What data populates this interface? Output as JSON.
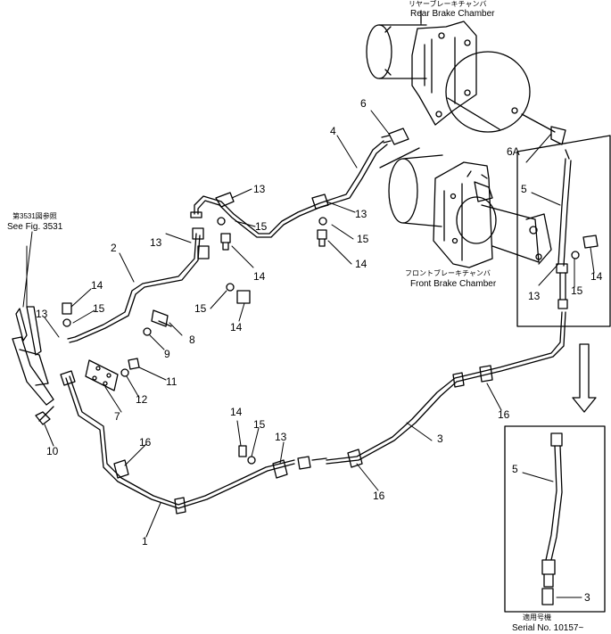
{
  "captions": {
    "rear_jp": "リヤーブレーキチャンバ",
    "rear_en": "Rear Brake Chamber",
    "front_jp": "フロントブレーキチャンバ",
    "front_en": "Front Brake Chamber",
    "see_jp": "第3531図参照",
    "see_en": "See Fig. 3531",
    "serial_jp": "適用号機",
    "serial_en": "Serial No. 10157~"
  },
  "parts": {
    "p1": "1",
    "p2": "2",
    "p3": "3",
    "p3b": "3",
    "p4": "4",
    "p5": "5",
    "p5b": "5",
    "p6": "6",
    "p6a": "6A",
    "p7": "7",
    "p8": "8",
    "p9": "9",
    "p10": "10",
    "p11": "11",
    "p12": "12",
    "p13a": "13",
    "p13b": "13",
    "p13c": "13",
    "p13d": "13",
    "p13e": "13",
    "p13f": "13",
    "p14a": "14",
    "p14b": "14",
    "p14c": "14",
    "p14d": "14",
    "p14e": "14",
    "p14f": "14",
    "p15a": "15",
    "p15b": "15",
    "p15c": "15",
    "p15d": "15",
    "p15e": "15",
    "p15f": "15",
    "p16a": "16",
    "p16b": "16",
    "p16c": "16"
  }
}
